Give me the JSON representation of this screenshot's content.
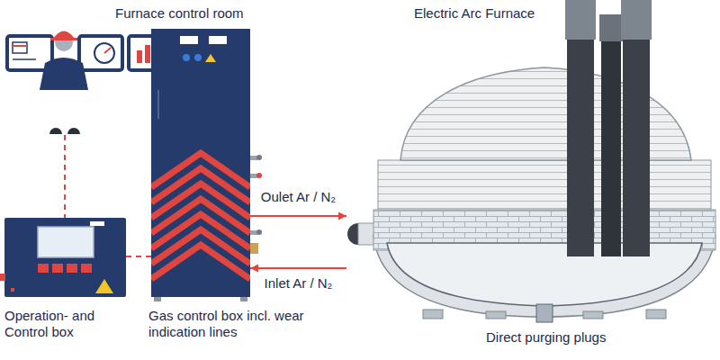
{
  "diagram": {
    "nodes": [
      {
        "text": [
          "Furnace control room"
        ]
      },
      {
        "text": [
          "Operation- and Control box"
        ]
      },
      {
        "text": [
          "Gas control box incl. wear indication lines"
        ]
      },
      {
        "text": [
          "Electric Arc Furnace"
        ]
      }
    ],
    "edges": [
      {
        "from": 0,
        "to": 1,
        "arrow": "none"
      },
      {
        "from": 1,
        "to": 2,
        "arrow": "none"
      },
      {
        "from": 2,
        "to": 3,
        "label": "Oulet Ar / N₂",
        "arrow": "to"
      },
      {
        "from": 3,
        "to": 2,
        "label": "Inlet Ar / N₂",
        "arrow": "to"
      }
    ],
    "labels": [
      "Direct purging plugs"
    ]
  }
}
